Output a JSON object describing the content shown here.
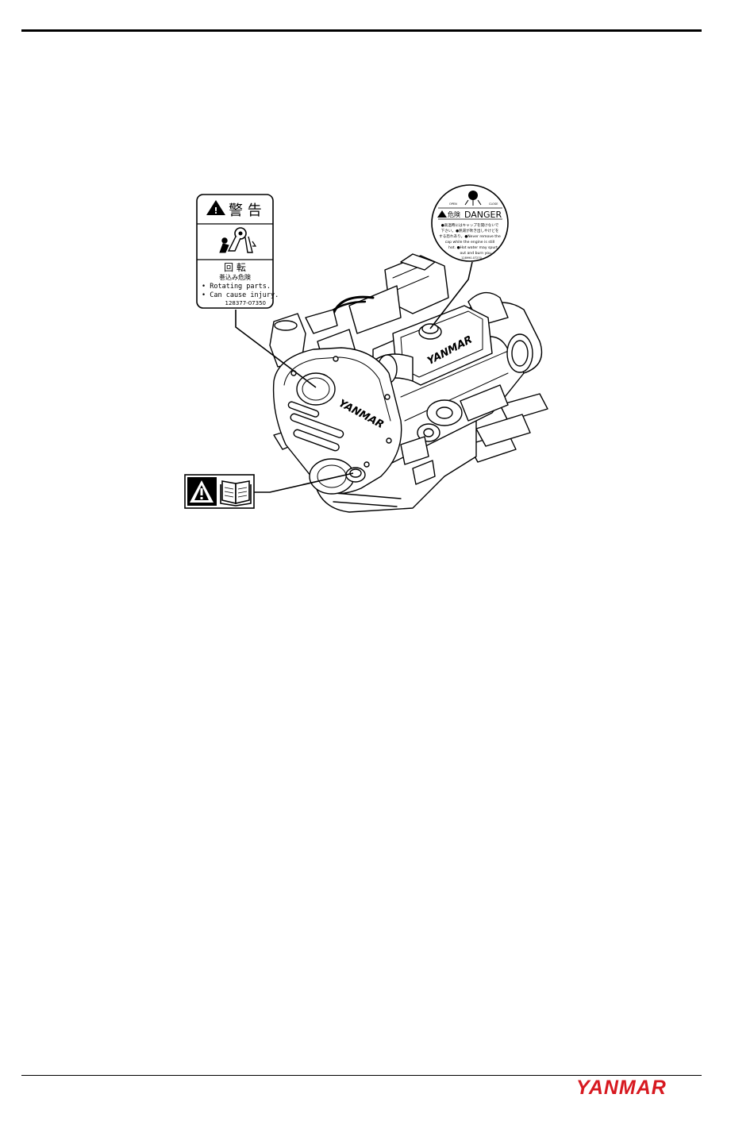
{
  "brand": {
    "name": "YANMAR",
    "color": "#d71920"
  },
  "engine": {
    "cover_logo": "YANMAR",
    "rocker_logo": "YANMAR"
  },
  "labels": {
    "warning": {
      "title_ja": "警 告",
      "subtitle_ja": "回 転",
      "note_ja": "巻込み危険",
      "line1": "• Rotating parts.",
      "line2": "• Can cause injury.",
      "part_no": "128377-07350"
    },
    "danger": {
      "head_ja": "危険",
      "head_en": "DANGER",
      "open": "OPEN",
      "close": "CLOSE",
      "text_ja_1": "●高温時にはキャップを開けないで",
      "text_ja_2": "下さい。●熱湯が吹き出しやけどを",
      "text_ja_3": "する恐れあり。●Never remove the",
      "text_en_1": "cap while the engine is still",
      "text_en_2": "hot. ●Hot water may spurt",
      "text_en_3": "out and burn you.",
      "part_no": "128990-07270"
    },
    "manual": {
      "alert_icon": "warning-triangle-icon",
      "book_icon": "open-book-icon"
    }
  }
}
